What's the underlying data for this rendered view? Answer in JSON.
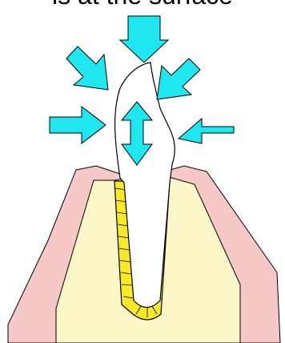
{
  "header": {
    "cropped_text": "is at the surface"
  },
  "colors": {
    "gum": "#f7c8c8",
    "bone": "#fbf6c8",
    "ligament": "#f7e82a",
    "tooth": "#ffffff",
    "arrow": "#20e6f0",
    "outline": "#000000"
  },
  "arrows": [
    {
      "name": "arrow-top",
      "icon": "arrow-down-icon"
    },
    {
      "name": "arrow-upper-left",
      "icon": "arrow-down-right-icon"
    },
    {
      "name": "arrow-upper-right",
      "icon": "arrow-down-left-icon"
    },
    {
      "name": "arrow-left",
      "icon": "arrow-right-icon"
    },
    {
      "name": "arrow-right",
      "icon": "arrow-left-icon"
    },
    {
      "name": "arrow-center-vertical",
      "icon": "double-arrow-vertical-icon"
    }
  ]
}
